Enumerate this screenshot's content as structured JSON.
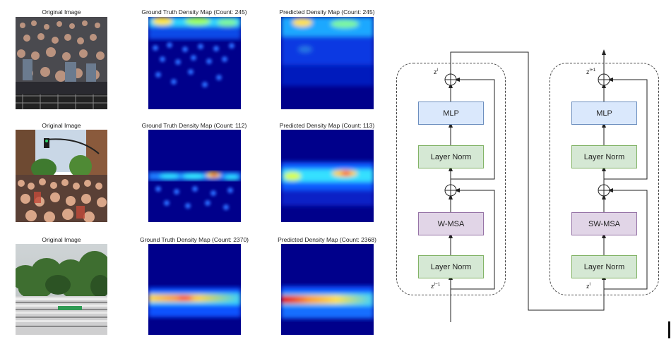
{
  "rows": [
    {
      "original_caption": "Original Image",
      "gt_caption": "Ground Truth Density Map (Count: 245)",
      "pred_caption": "Predicted Density Map (Count: 245)"
    },
    {
      "original_caption": "Original Image",
      "gt_caption": "Ground Truth Density Map (Count: 112)",
      "pred_caption": "Predicted Density Map (Count: 113)"
    },
    {
      "original_caption": "Original Image",
      "gt_caption": "Ground Truth Density Map (Count: 2370)",
      "pred_caption": "Predicted Density Map (Count: 2368)"
    }
  ],
  "diagram": {
    "left": {
      "mlp": "MLP",
      "norm_top": "Layer Norm",
      "msa": "W-MSA",
      "norm_bottom": "Layer Norm",
      "z_out_base": "z",
      "z_out_sup": "l",
      "z_in_base": "z",
      "z_in_sup": "l−1"
    },
    "right": {
      "mlp": "MLP",
      "norm_top": "Layer Norm",
      "msa": "SW-MSA",
      "norm_bottom": "Layer Norm",
      "z_out_base": "z",
      "z_out_sup": "l+1",
      "z_in_base": "z",
      "z_in_sup": "l"
    }
  },
  "colors": {
    "mlp_fill": "#dae8fc",
    "norm_fill": "#d5e8d4",
    "msa_fill": "#e1d5e7",
    "density_background": "#00008b"
  }
}
